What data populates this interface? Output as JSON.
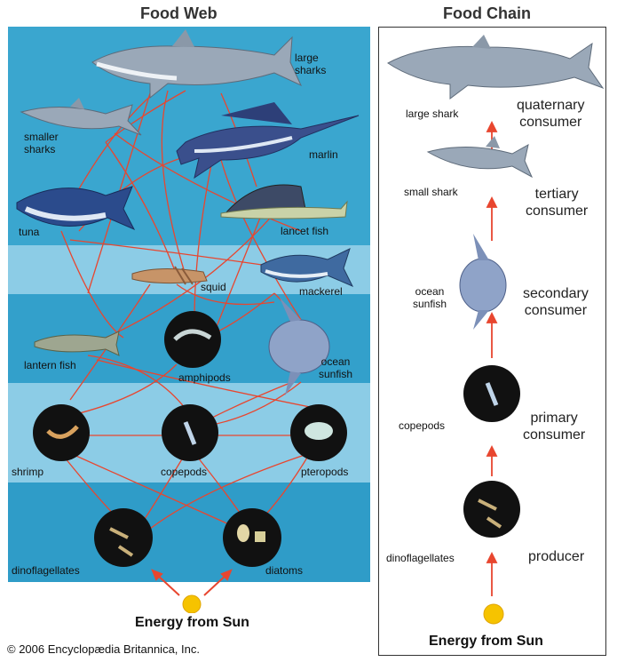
{
  "titles": {
    "food_web": "Food Web",
    "food_chain": "Food Chain"
  },
  "web": {
    "labels": {
      "large_sharks": "large\nsharks",
      "smaller_sharks": "smaller\nsharks",
      "marlin": "marlin",
      "tuna": "tuna",
      "lancet_fish": "lancet fish",
      "squid": "squid",
      "mackerel": "mackerel",
      "amphipods": "amphipods",
      "lantern_fish": "lantern fish",
      "ocean_sunfish": "ocean\nsunfish",
      "shrimp": "shrimp",
      "copepods": "copepods",
      "pteropods": "pteropods",
      "dinoflagellates": "dinoflagellates",
      "diatoms": "diatoms"
    },
    "energy": "Energy from Sun"
  },
  "chain": {
    "levels": [
      {
        "organism": "large shark",
        "role": "quaternary\nconsumer"
      },
      {
        "organism": "small shark",
        "role": "tertiary\nconsumer"
      },
      {
        "organism": "ocean\nsunfish",
        "role": "secondary\nconsumer"
      },
      {
        "organism": "copepods",
        "role": "primary\nconsumer"
      },
      {
        "organism": "dinoflagellates",
        "role": "producer"
      }
    ],
    "energy": "Energy from Sun"
  },
  "copyright": "© 2006 Encyclopædia Britannica, Inc.",
  "colors": {
    "water_top": "#3fa8cf",
    "water_mid": "#2f97c3",
    "band_light": "#8ccce6",
    "arrow": "#e8462f",
    "sun": "#f6c300",
    "fish_body": "#9aa8b8",
    "plankton_circle": "#111111"
  }
}
